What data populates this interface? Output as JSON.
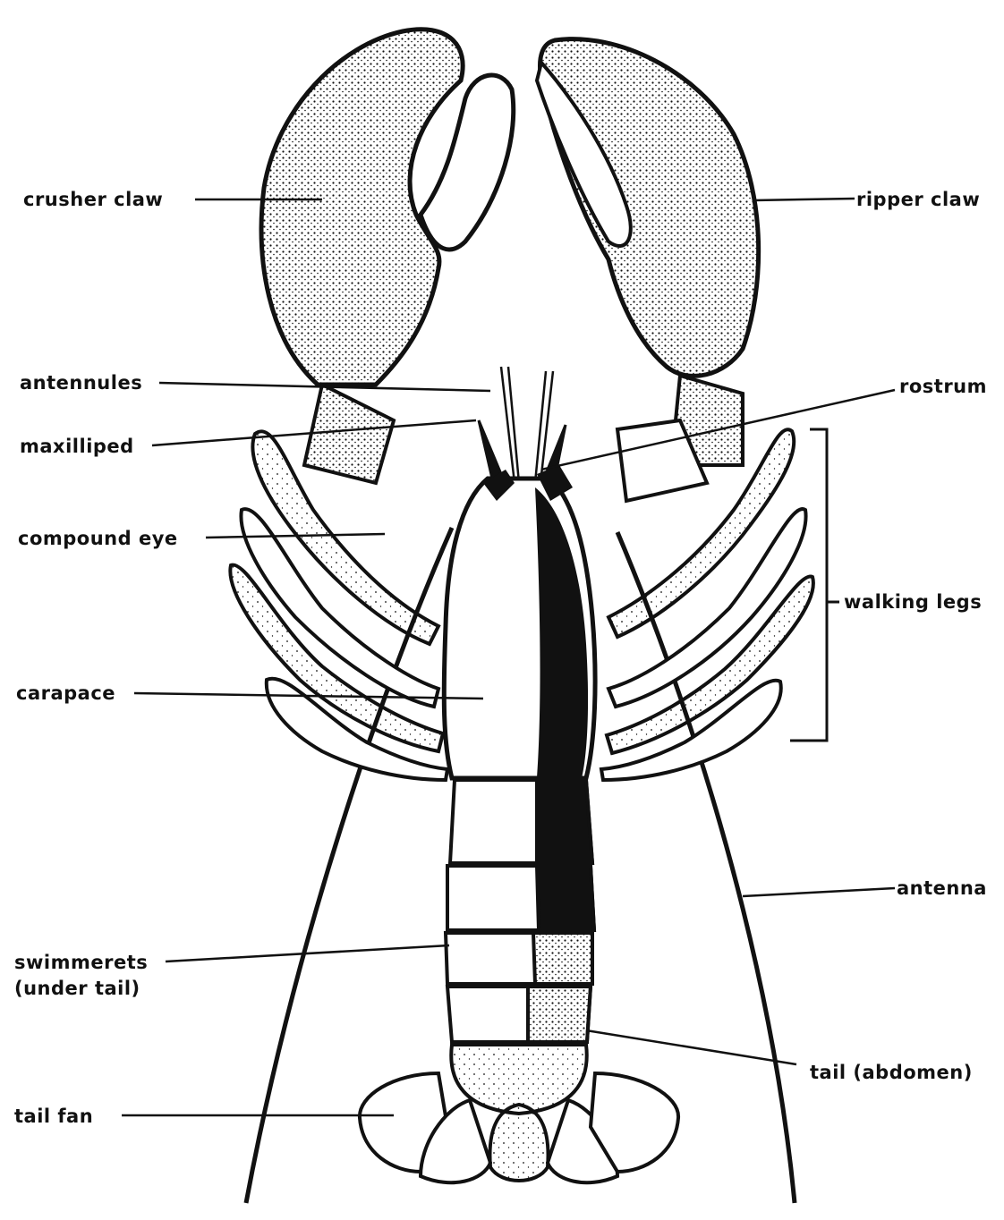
{
  "labels": {
    "crusher_claw": "crusher claw",
    "ripper_claw": "ripper claw",
    "antennules": "antennules",
    "rostrum": "rostrum",
    "maxilliped": "maxilliped",
    "compound_eye": "compound eye",
    "walking_legs": "walking legs",
    "carapace": "carapace",
    "antenna": "antenna",
    "swimmerets": "swimmerets\n(under tail)",
    "tail_abdomen": "tail (abdomen)",
    "tail_fan": "tail fan"
  },
  "colors": {
    "ink": "#111111",
    "background": "#ffffff"
  }
}
